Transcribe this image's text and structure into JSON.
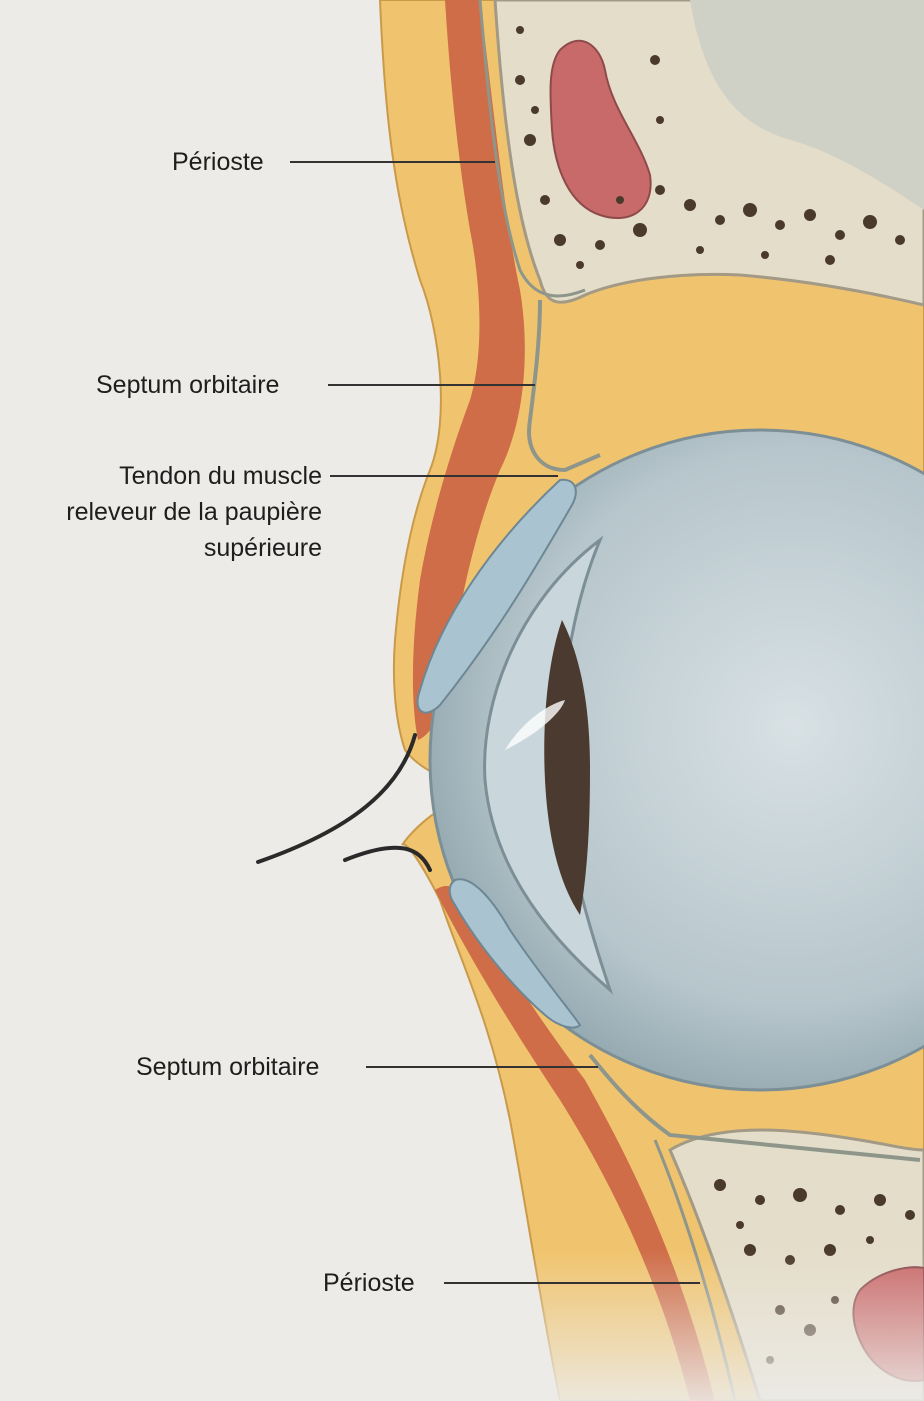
{
  "labels": {
    "perioste_top": "Périoste",
    "septum_top": "Septum orbitaire",
    "tendon": "Tendon du muscle\nreleveur de la paupière\nsupérieure",
    "septum_bottom": "Septum orbitaire",
    "perioste_bottom": "Périoste"
  },
  "colors": {
    "background": "#ecebe7",
    "fat": "#f0c46e",
    "muscle": "#cf6d48",
    "bone": "#e4ddc9",
    "bone_cavity": "#4a3a2c",
    "sinus": "#c96a6a",
    "eyeball": "#b7c6cc",
    "tarsal_plate": "#a9c4d0",
    "septum_line": "#8e968c",
    "leader_line": "#333333"
  }
}
